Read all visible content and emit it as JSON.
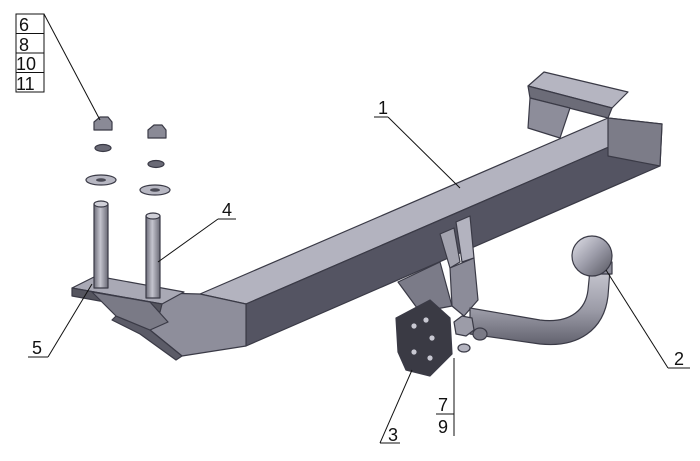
{
  "labels": {
    "l1": "1",
    "l2": "2",
    "l3": "3",
    "l4": "4",
    "l5": "5",
    "l6": "6",
    "l7": "7",
    "l8": "8",
    "l9": "9",
    "l10": "10",
    "l11": "11"
  },
  "colors": {
    "steel_light": "#b3b3bf",
    "steel_mid": "#8f8f9c",
    "steel_dark": "#5a5a66",
    "steel_darkest": "#34343e"
  }
}
